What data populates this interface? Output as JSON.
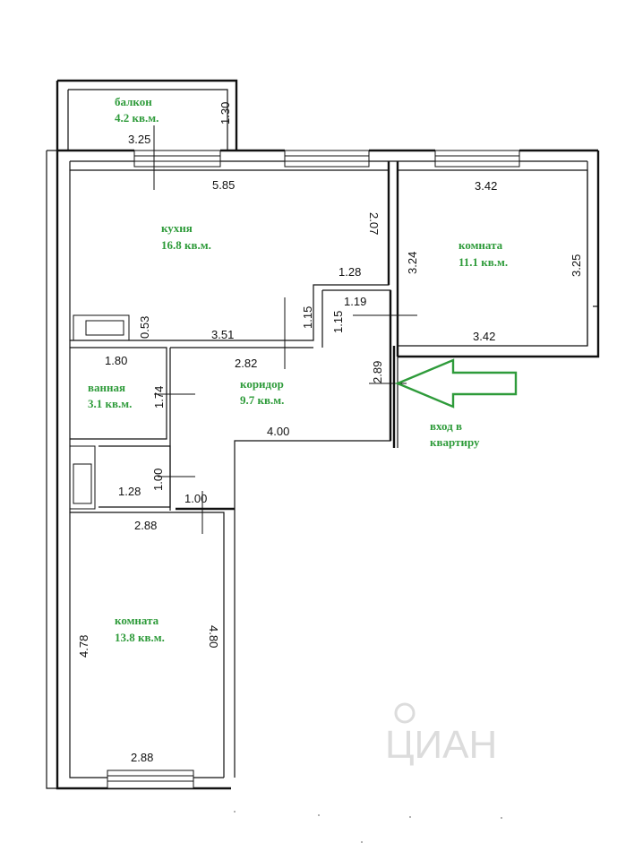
{
  "rooms": {
    "balcony": {
      "name": "балкон",
      "area": "4.2 кв.м."
    },
    "kitchen": {
      "name": "кухня",
      "area": "16.8 кв.м."
    },
    "room_top": {
      "name": "комната",
      "area": "11.1 кв.м."
    },
    "corridor": {
      "name": "коридор",
      "area": "9.7 кв.м."
    },
    "bath": {
      "name": "ванная",
      "area": "3.1 кв.м."
    },
    "room_bottom": {
      "name": "комната",
      "area": "13.8 кв.м."
    }
  },
  "entrance": {
    "line1": "вход в",
    "line2": "квартиру"
  },
  "dimensions": {
    "balcony_height": "1.30",
    "balcony_width": "3.25",
    "kitchen_width": "5.85",
    "kitchen_right": "2.07",
    "kitchen_step": "1.28",
    "kitchen_left": "0.53",
    "kitchen_bottom": "3.51",
    "kitchen_notch": "1.15",
    "corridor_notch": "1.15",
    "corridor_top_right": "1.19",
    "room_top_width": "3.42",
    "room_top_left": "3.24",
    "room_top_right": "3.25",
    "room_top_bottom": "3.42",
    "bath_width": "1.80",
    "bath_height": "1.74",
    "corridor_width": "2.82",
    "corridor_entry": "2.89",
    "corridor_bottom": "4.00",
    "wc_height": "1.00",
    "wc_width": "1.28",
    "wc_door": "1.00",
    "room_bottom_top": "2.88",
    "room_bottom_left": "4.78",
    "room_bottom_right": "4.80",
    "room_bottom_bottom": "2.88"
  },
  "watermark": {
    "text": "ЦИАН"
  },
  "colors": {
    "label_green": "#2e9b3a",
    "arrow_green": "#2e9b3a",
    "wall": "#111111"
  }
}
